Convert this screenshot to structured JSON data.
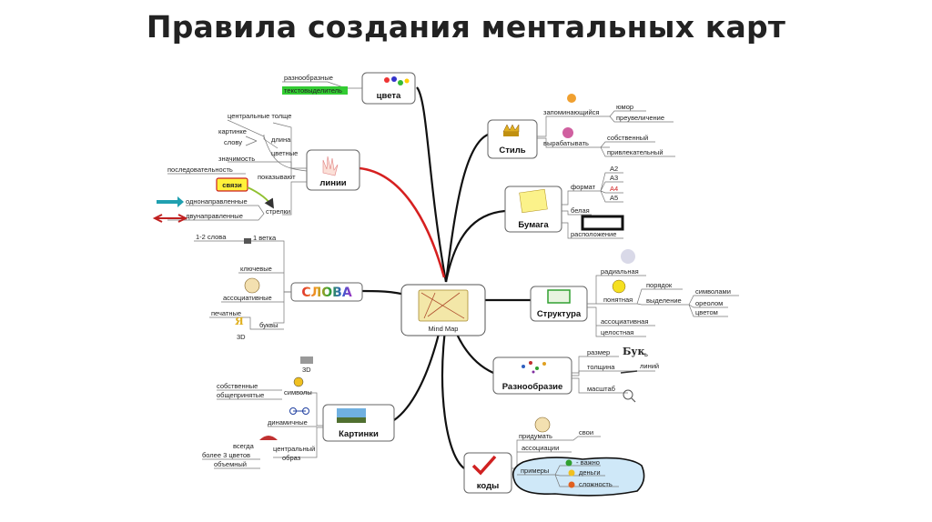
{
  "title": "Правила создания ментальных карт",
  "center": "Mind Map",
  "colors": {
    "red_branch": "#d62020",
    "green_hl": "#33cc33",
    "slova_gradient": [
      "#e03030",
      "#f0a020",
      "#30a030",
      "#3060d0",
      "#a030c0"
    ]
  },
  "left": {
    "cveta": {
      "label": "цвета",
      "items": [
        "разнообразные",
        "текстовыделитель"
      ]
    },
    "linii": {
      "label": "линии",
      "top": [
        "центральные толще"
      ],
      "length": {
        "label": "длина",
        "items": [
          "картинке",
          "слову"
        ]
      },
      "colored": "цветные",
      "pokaz": {
        "label": "показывают",
        "items": [
          "значимость",
          "последовательность"
        ],
        "links": "связи"
      },
      "arrows": {
        "label": "стрелки",
        "items": [
          "однонаправленные",
          "двунаправленные"
        ]
      }
    },
    "slova": {
      "label": "СЛОВА",
      "items": [
        "1-2 слова",
        "1 ветка",
        "ключевые",
        "ассоциативные",
        "печатные",
        "буквы",
        "3D"
      ]
    },
    "kartinki": {
      "label": "Картинки",
      "items": [
        "3D",
        "собственные",
        "общепринятые",
        "символы",
        "динамичные",
        "всегда",
        "более 3 цветов",
        "объемный",
        "центральный",
        "образ"
      ]
    }
  },
  "right": {
    "stil": {
      "label": "Стиль",
      "items": [
        "запоминающийся",
        "юмор",
        "преувеличение",
        "вырабатывать",
        "собственный",
        "привлекательный"
      ]
    },
    "bumaga": {
      "label": "Бумага",
      "items": [
        "формат",
        "A2",
        "A3",
        "A4",
        "A5",
        "белая",
        "расположение"
      ]
    },
    "struktura": {
      "label": "Структура",
      "items": [
        "радиальная",
        "порядок",
        "понятная",
        "выделение",
        "символами",
        "ореолом",
        "цветом",
        "ассоциативная",
        "целостная"
      ]
    },
    "raznoobrazie": {
      "label": "Разнообразие",
      "items": [
        "размер",
        "толщина",
        "масштаб",
        "Бук",
        "ь",
        "линий"
      ]
    },
    "kody": {
      "label": "коды",
      "items": [
        "придумать",
        "свои",
        "ассоциации",
        "примеры",
        "- важно",
        "деньги",
        "сложность"
      ]
    }
  }
}
